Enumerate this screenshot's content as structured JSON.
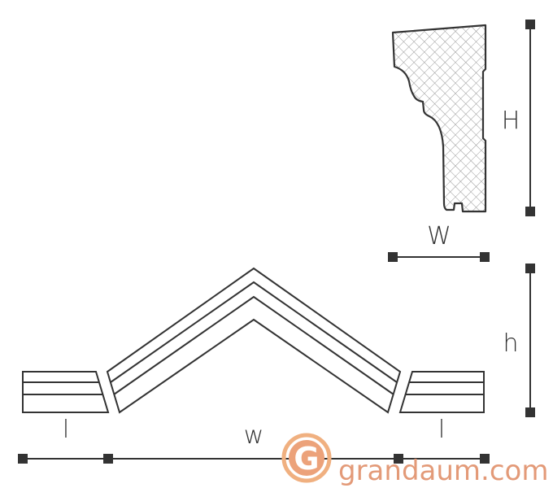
{
  "labels": {
    "profile_height": "H",
    "profile_width": "W",
    "piece_height": "h",
    "center_width": "w",
    "left_length": "l",
    "right_length": "l"
  },
  "watermark": {
    "logo_letter": "G",
    "text": "grandaum.com"
  },
  "colors": {
    "stroke": "#333333",
    "watermark": "#e39a78"
  }
}
